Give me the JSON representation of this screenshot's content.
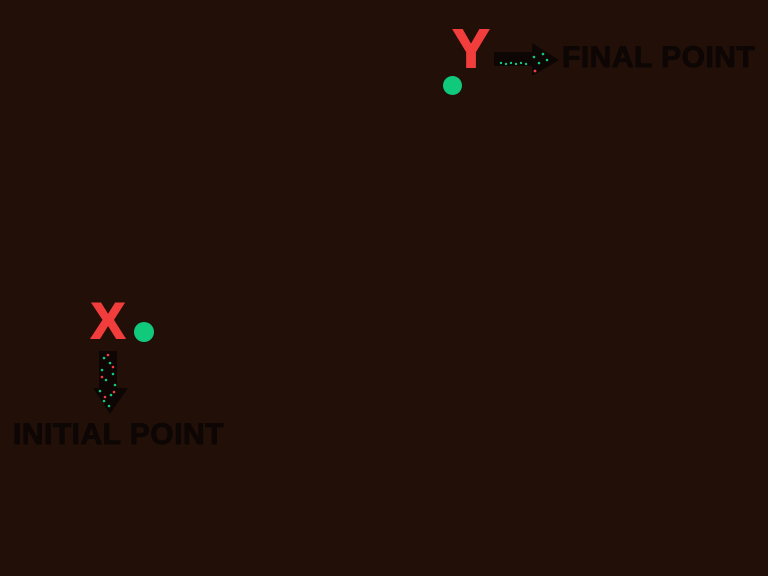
{
  "canvas": {
    "background_color": "#221008",
    "ink_color": "#0d0604",
    "marker_color": "#f23d3d",
    "dot_color": "#10c97a"
  },
  "final_annotation": {
    "marker_letter": "Y",
    "label": "FINAL POINT",
    "arrow_icon": "right-arrow-icon",
    "dot_icon": "final-point-dot"
  },
  "initial_annotation": {
    "marker_letter": "X",
    "label": "INITIAL POINT",
    "arrow_icon": "down-arrow-icon",
    "dot_icon": "initial-point-dot"
  }
}
